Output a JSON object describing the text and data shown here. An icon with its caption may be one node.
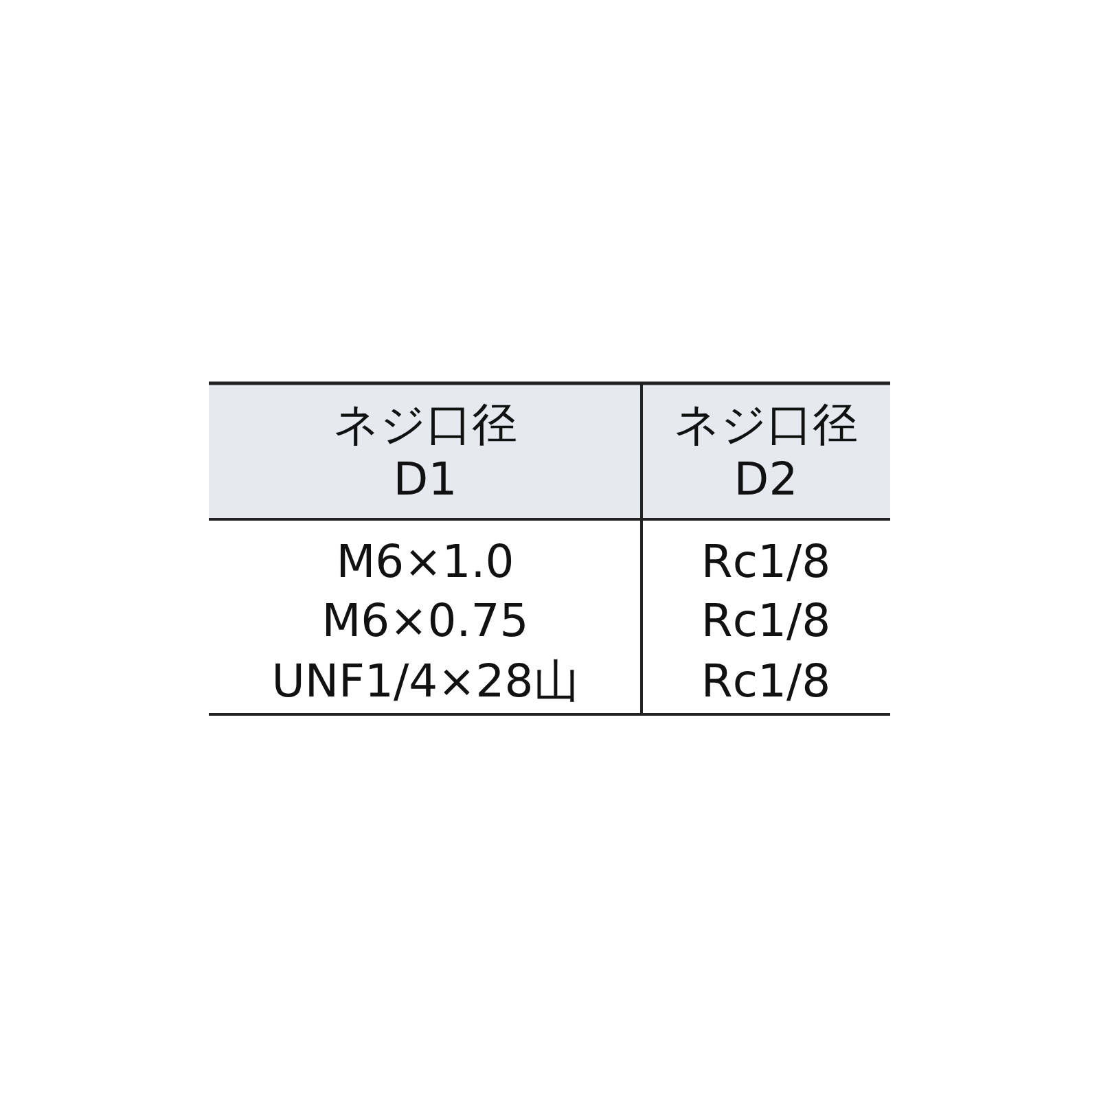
{
  "diagram": {
    "labels": [
      "ネジ口径 D1",
      "ネジ口径 D2",
      "M6×1.0",
      "Rc1/8",
      "M6×0.75",
      "Rc1/8",
      "UNF1/4×28山",
      "Rc1/8"
    ]
  }
}
